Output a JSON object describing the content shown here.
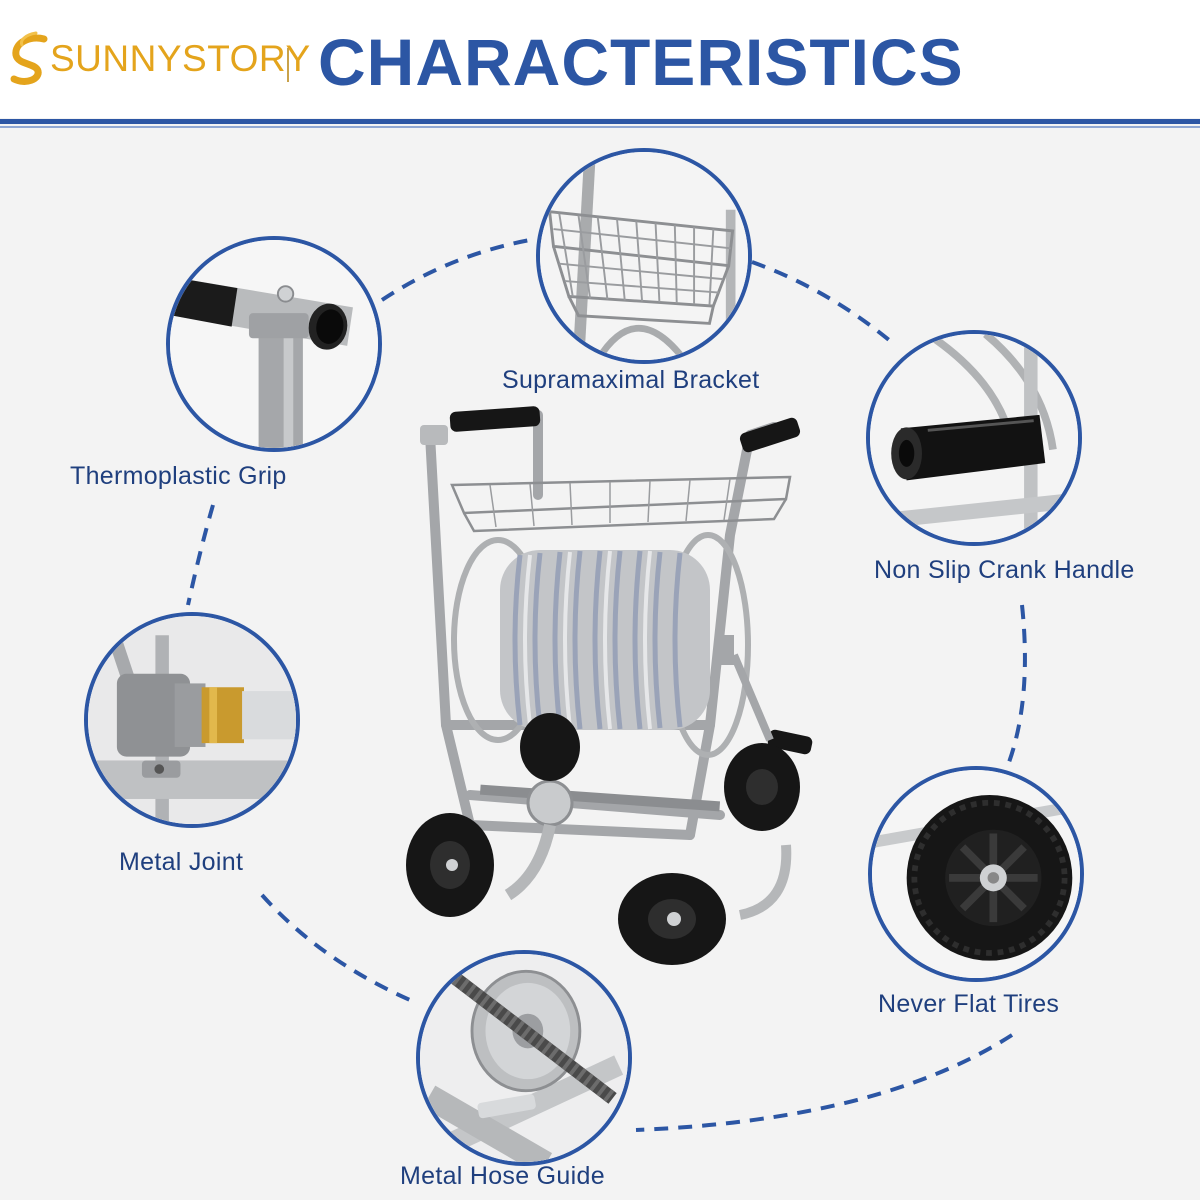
{
  "brand": {
    "name": "SUNNYSTORY",
    "logo_icon": "sun-swirl-icon",
    "accent_color": "#e4a41c"
  },
  "header": {
    "title": "CHARACTERISTICS",
    "title_color": "#2c56a4"
  },
  "features": [
    {
      "id": "bracket",
      "label": "Supramaximal Bracket",
      "icon": "wire-basket"
    },
    {
      "id": "grip",
      "label": "Thermoplastic Grip",
      "icon": "handle-grip"
    },
    {
      "id": "crank",
      "label": "Non Slip Crank Handle",
      "icon": "crank-handle"
    },
    {
      "id": "joint",
      "label": "Metal Joint",
      "icon": "brass-joint"
    },
    {
      "id": "tires",
      "label": "Never Flat Tires",
      "icon": "tire"
    },
    {
      "id": "guide",
      "label": "Metal Hose Guide",
      "icon": "hose-guide"
    }
  ],
  "colors": {
    "circle_border": "#2c56a4",
    "label_text": "#1f3f7e",
    "background": "#f3f3f3"
  }
}
